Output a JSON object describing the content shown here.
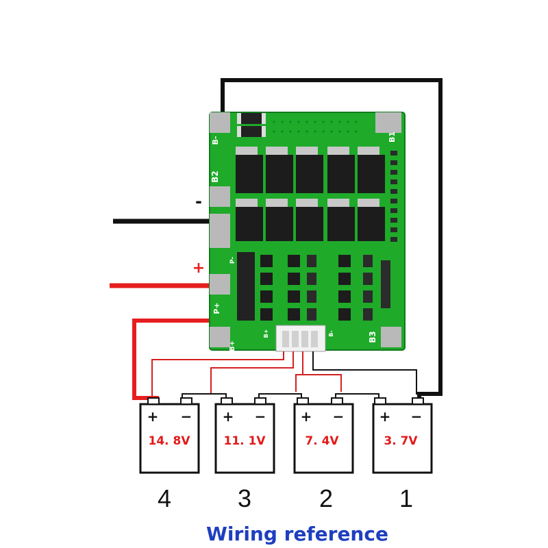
{
  "colors": {
    "pcb_green": "#1faa2a",
    "pcb_dark": "#0f7a1c",
    "pad_gray": "#b9b9b9",
    "mosfet_black": "#1c1c1c",
    "wire_red": "#e61e1e",
    "wire_thin_red": "#d42020",
    "wire_black": "#111111",
    "voltage_red": "#e11a1a",
    "caption_blue": "#1f3fbf"
  },
  "board": {
    "pads_left": {
      "top": "B-",
      "mid": "B2",
      "plus": "P+",
      "bottom": "B+"
    },
    "pads_right": {
      "top": "B1",
      "bottom": "B3"
    },
    "pads_small": {
      "p": "P-",
      "b_plus": "B+",
      "b_minus": "B-"
    }
  },
  "outputs": {
    "minus": "-",
    "plus": "+"
  },
  "batteries": [
    {
      "plus": "+",
      "minus": "−",
      "voltage": "14. 8V",
      "number": "4"
    },
    {
      "plus": "+",
      "minus": "−",
      "voltage": "11. 1V",
      "number": "3"
    },
    {
      "plus": "+",
      "minus": "−",
      "voltage": "7. 4V",
      "number": "2"
    },
    {
      "plus": "+",
      "minus": "−",
      "voltage": "3. 7V",
      "number": "1"
    }
  ],
  "caption": "Wiring reference"
}
